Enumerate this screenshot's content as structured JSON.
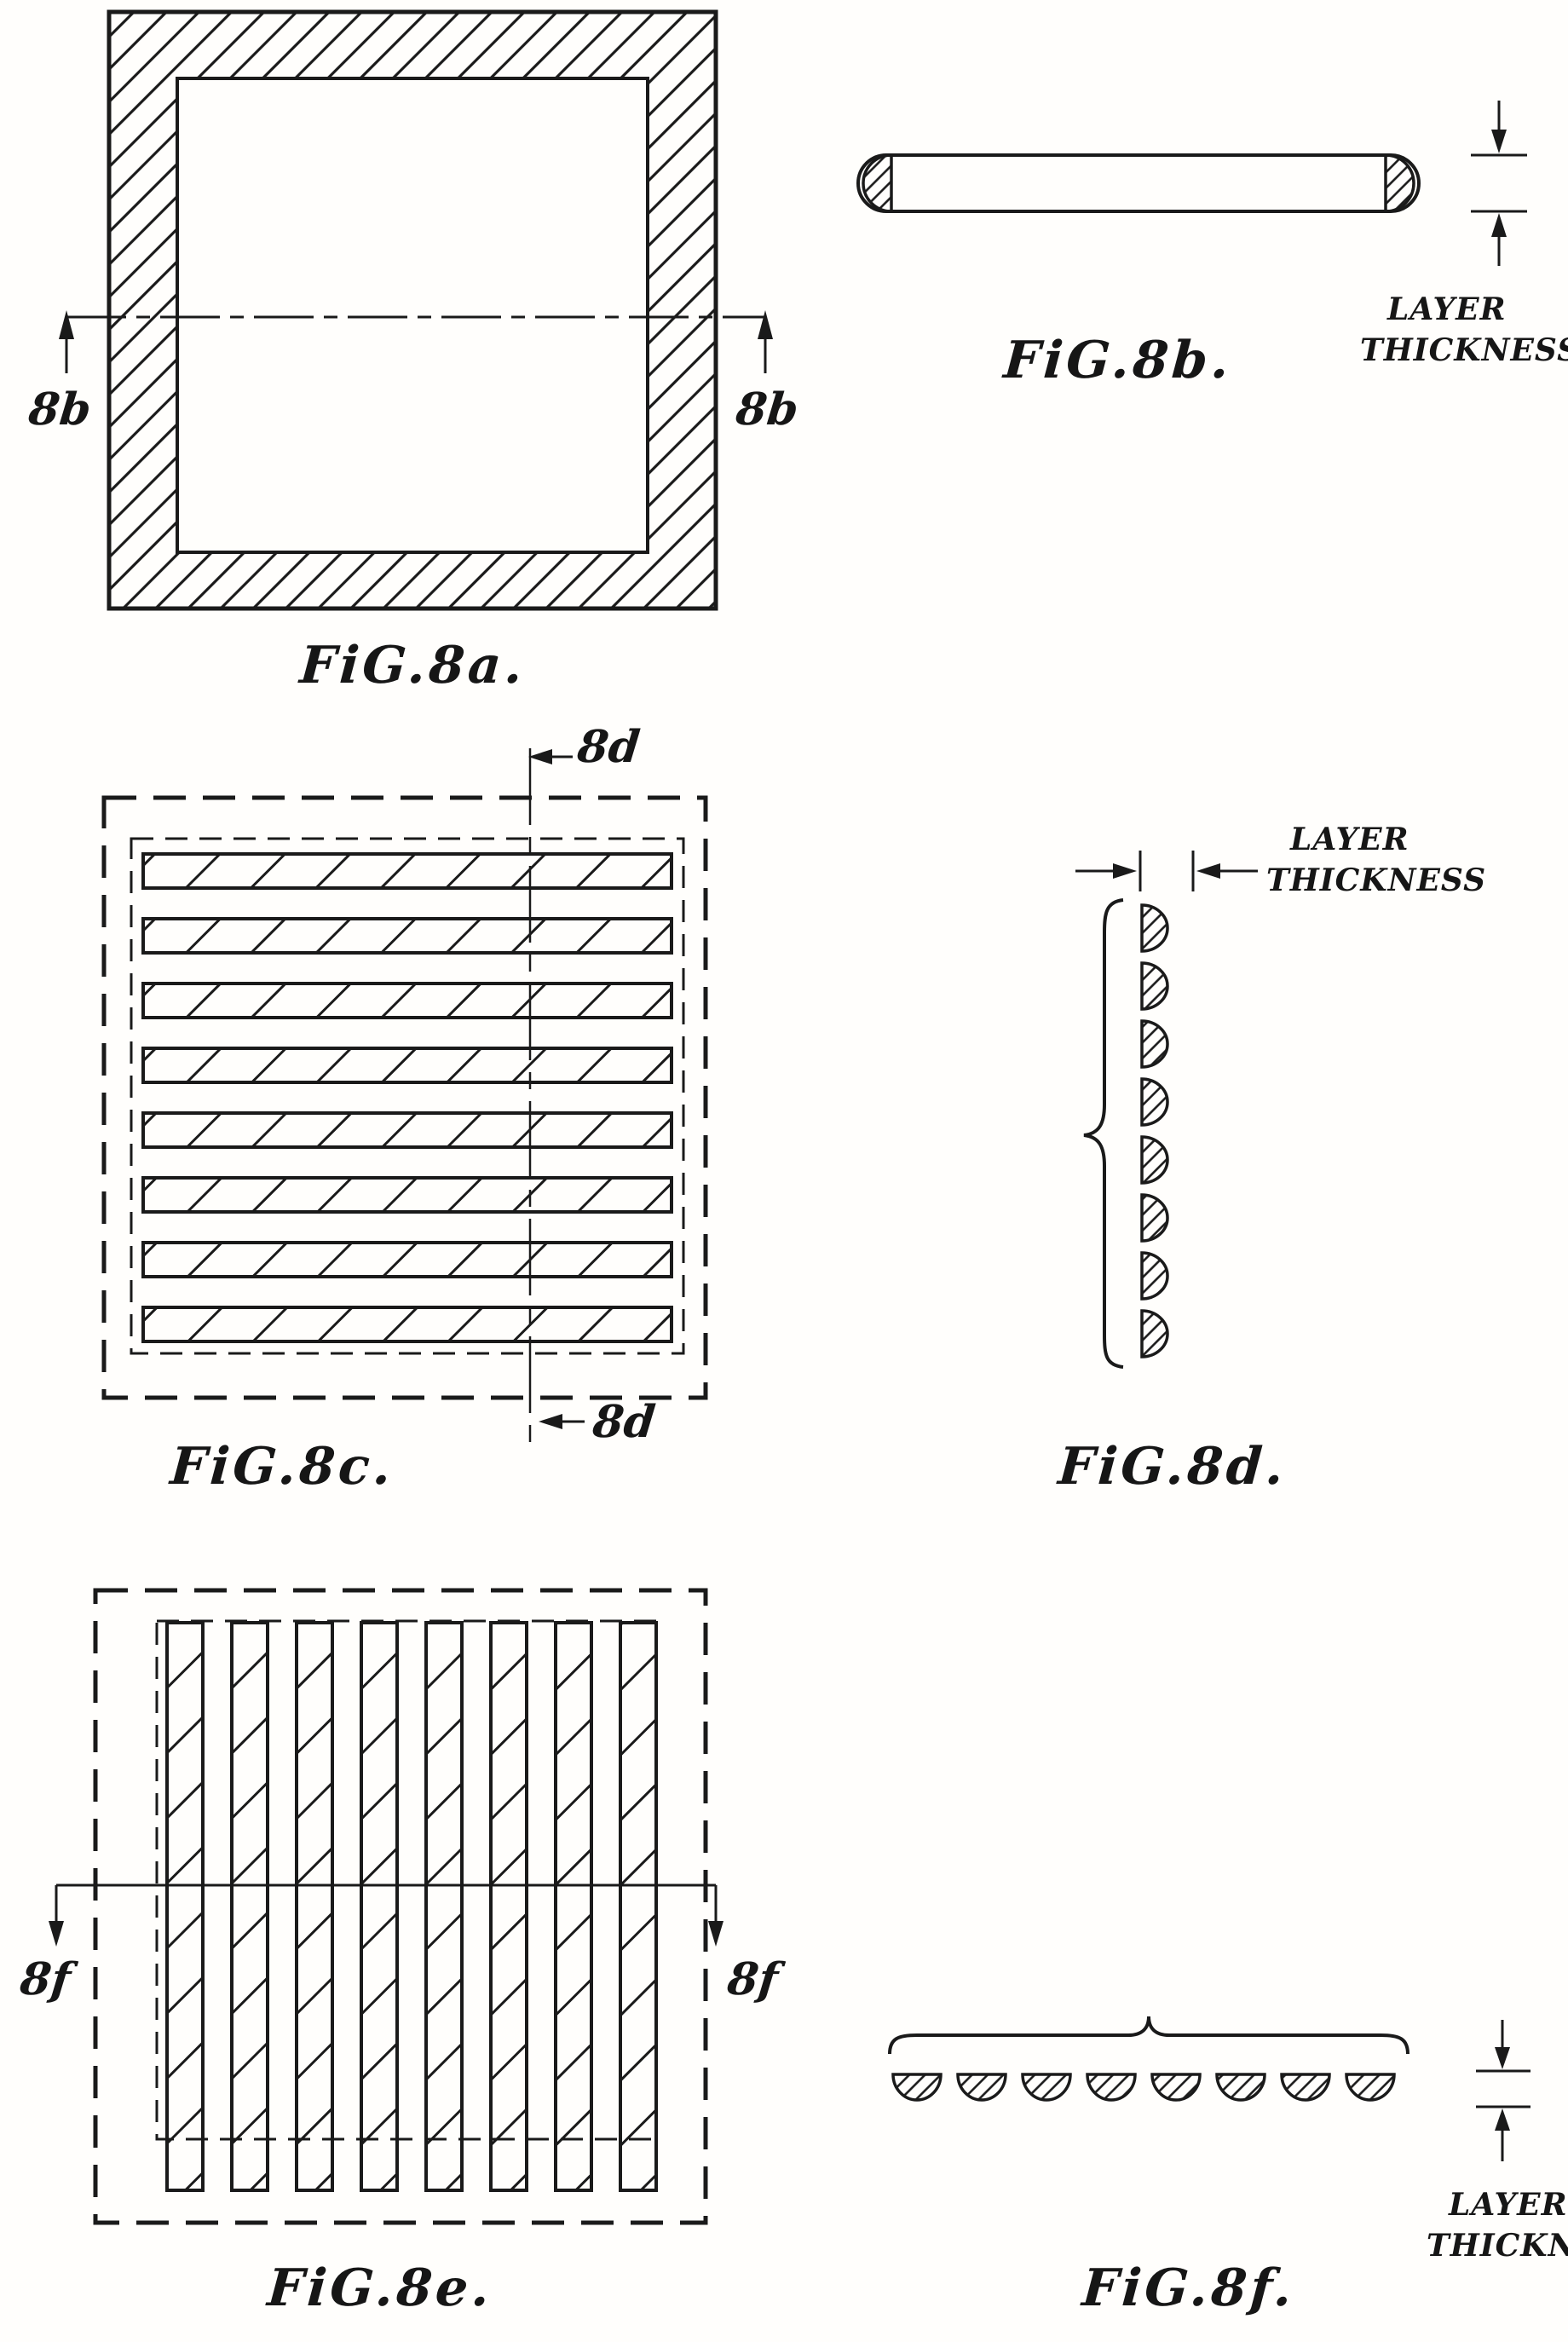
{
  "sheet": {
    "type": "patent-drawing",
    "ink_color": "#1a1a1a",
    "paper_color": "#ffffff"
  },
  "figures": {
    "fig8a": {
      "caption": "FiG.8a.",
      "section_label_left": "8b",
      "section_label_right": "8b"
    },
    "fig8b": {
      "caption": "FiG.8b.",
      "annotation_line1": "LAYER",
      "annotation_line2": "THICKNESS"
    },
    "fig8c": {
      "caption": "FiG.8c.",
      "section_label_top": "8d",
      "section_label_bottom": "8d",
      "layer_count": 8
    },
    "fig8d": {
      "caption": "FiG.8d.",
      "annotation_line1": "LAYER",
      "annotation_line2": "THICKNESS",
      "layer_count": 8
    },
    "fig8e": {
      "caption": "FiG.8e.",
      "section_label_left": "8f",
      "section_label_right": "8f",
      "layer_count": 8
    },
    "fig8f": {
      "caption": "FiG.8f.",
      "annotation_line1": "LAYER",
      "annotation_line2": "THICKNESS",
      "layer_count": 8
    }
  }
}
